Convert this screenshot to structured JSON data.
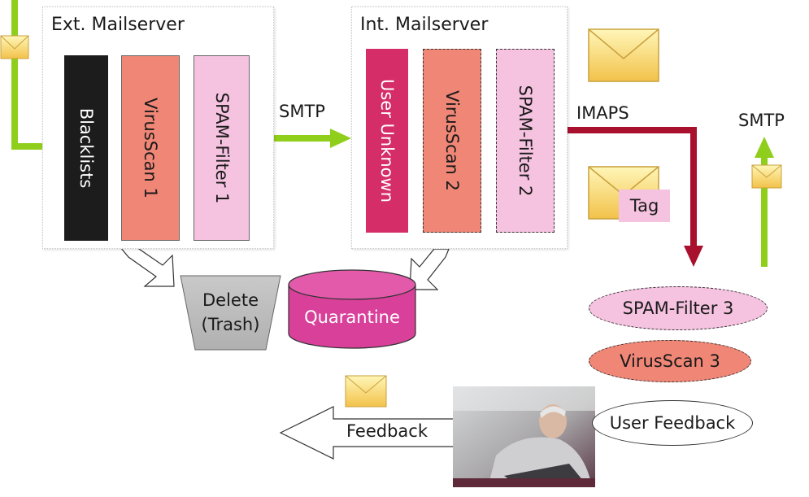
{
  "ext_server": {
    "title": "Ext. Mailserver",
    "filters": [
      "Blacklists",
      "VirusScan 1",
      "SPAM-Filter 1"
    ]
  },
  "int_server": {
    "title": "Int. Mailserver",
    "filters": [
      "User Unknown",
      "VirusScan 2",
      "SPAM-Filter 2"
    ]
  },
  "labels": {
    "smtp_middle": "SMTP",
    "imaps": "IMAPS",
    "smtp_right": "SMTP",
    "tag": "Tag",
    "feedback": "Feedback"
  },
  "sinks": {
    "delete": [
      "Delete",
      "(Trash)"
    ],
    "quarantine": "Quarantine"
  },
  "client": {
    "spam_filter": "SPAM-Filter 3",
    "virus_scan": "VirusScan 3",
    "user_feedback": "User Feedback"
  },
  "colors": {
    "green_arrow": "#8fcf1c",
    "imaps_arrow": "#a8102e",
    "blacklist": "#1c1c1c",
    "virus": "#ef8676",
    "spam": "#f5c2e0",
    "user_unknown": "#d52d68",
    "quarantine": "#d8409a",
    "trash": "#bdbdbd"
  },
  "icons": [
    "envelope-icon",
    "photo-man-with-laptop"
  ]
}
